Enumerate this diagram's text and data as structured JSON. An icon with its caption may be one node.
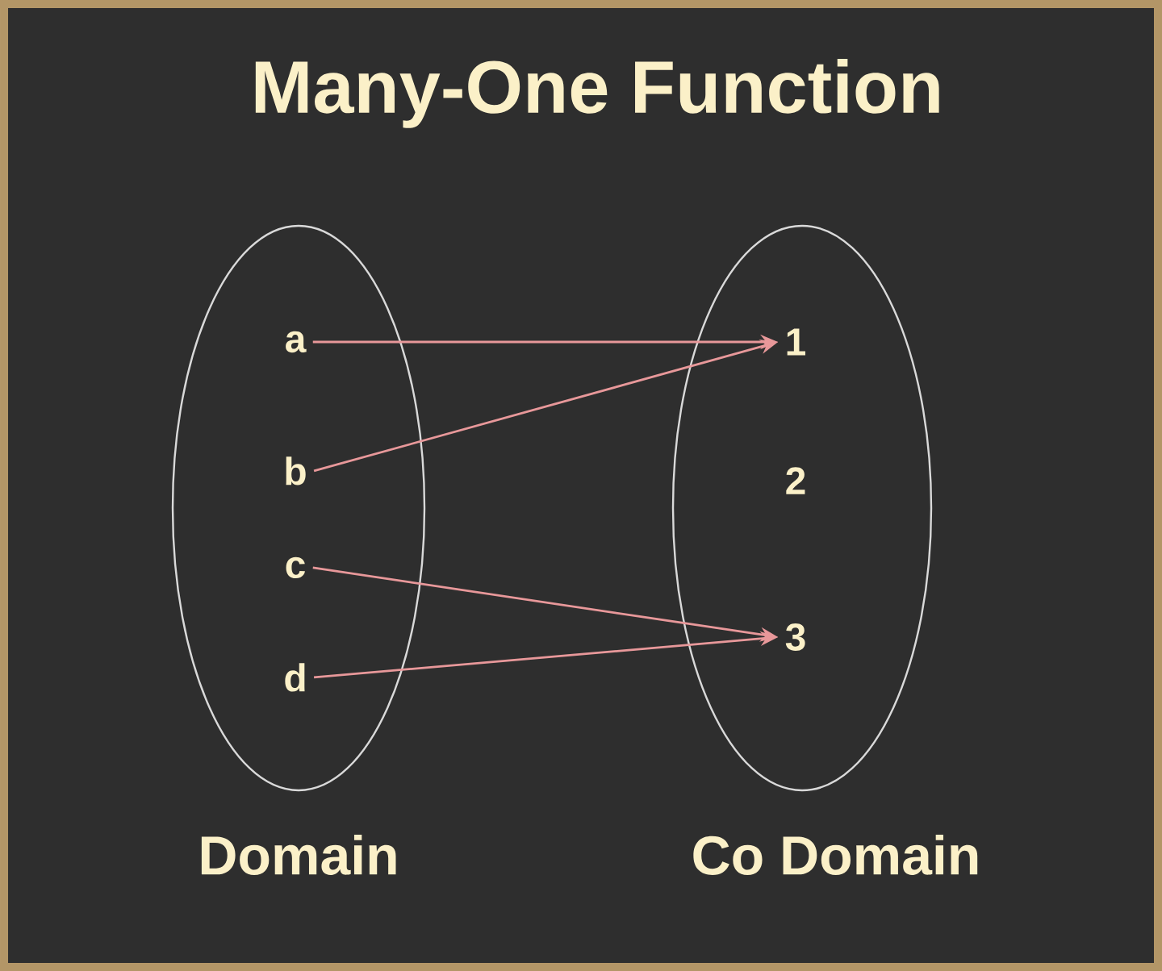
{
  "diagram": {
    "title": "Many-One Function",
    "nodes": [
      {
        "text": [
          "Domain"
        ]
      },
      {
        "text": [
          "Co Domain"
        ]
      },
      {
        "text": [
          "a"
        ],
        "in": 0
      },
      {
        "text": [
          "b"
        ],
        "in": 0
      },
      {
        "text": [
          "c"
        ],
        "in": 0
      },
      {
        "text": [
          "d"
        ],
        "in": 0
      },
      {
        "text": [
          "1"
        ],
        "in": 1
      },
      {
        "text": [
          "2"
        ],
        "in": 1
      },
      {
        "text": [
          "3"
        ],
        "in": 1
      }
    ],
    "edges": [
      {
        "from": 2,
        "to": 6,
        "arrow": "to"
      },
      {
        "from": 3,
        "to": 6,
        "arrow": "to"
      },
      {
        "from": 4,
        "to": 8,
        "arrow": "to"
      },
      {
        "from": 5,
        "to": 8,
        "arrow": "to"
      }
    ]
  }
}
